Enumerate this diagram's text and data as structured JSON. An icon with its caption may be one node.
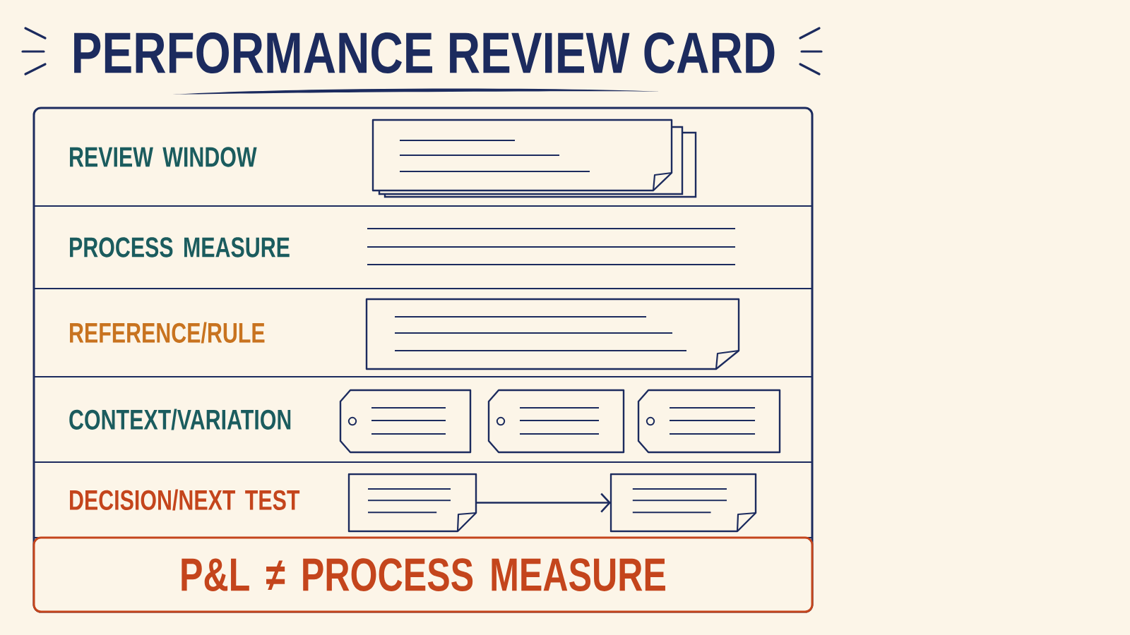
{
  "diagram": {
    "title": "PERFORMANCE REVIEW CARD",
    "nodes": [
      {
        "text": [],
        "shape": "box"
      },
      {
        "text": [
          "REVIEW WINDOW"
        ],
        "in": 0
      },
      {
        "text": [
          "PROCESS MEASURE"
        ],
        "in": 0
      },
      {
        "text": [
          "REFERENCE/RULE"
        ],
        "in": 0
      },
      {
        "text": [
          "CONTEXT/VARIATION"
        ],
        "in": 0
      },
      {
        "text": [
          "DECISION/NEXT TEST"
        ],
        "in": 0
      },
      {
        "text": [],
        "shape": "note",
        "in": 5
      },
      {
        "text": [],
        "shape": "note",
        "in": 5
      },
      {
        "text": [
          "P&L ≠ PROCESS MEASURE"
        ],
        "in": 0
      }
    ],
    "edges": [
      {
        "from": 6,
        "to": 7,
        "arrow": "to"
      }
    ]
  }
}
